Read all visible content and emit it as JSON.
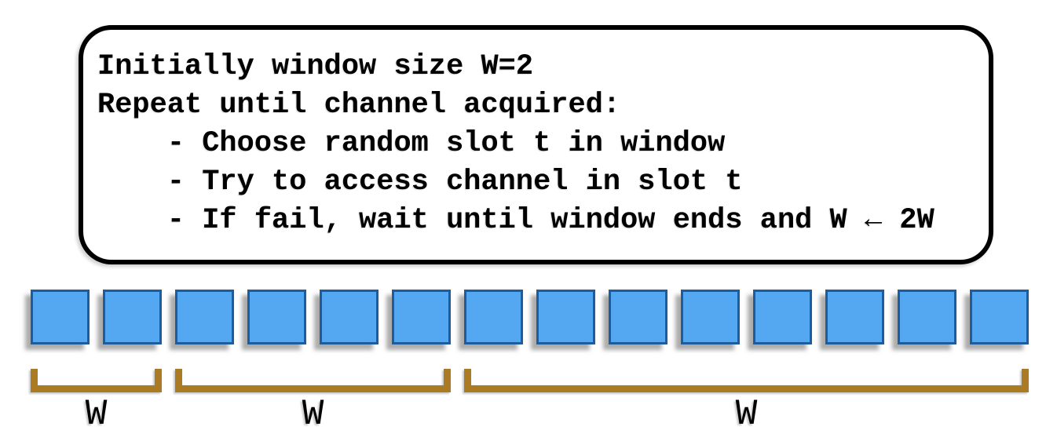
{
  "pseudocode": {
    "lines": [
      "Initially window size W=2",
      "Repeat until channel acquired:",
      "    - Choose random slot t in window",
      "    - Try to access channel in slot t",
      "    - If fail, wait until window ends and W ← 2W"
    ]
  },
  "timeline": {
    "slot_count": 14,
    "groups": [
      {
        "label": "W",
        "slots": 2
      },
      {
        "label": "W",
        "slots": 4
      },
      {
        "label": "W",
        "slots": 8
      }
    ]
  },
  "colors": {
    "slot_fill": "#54A7F1",
    "slot_border": "#1E5C9B",
    "bracket": "#AA7B22",
    "box_border": "#000000"
  }
}
